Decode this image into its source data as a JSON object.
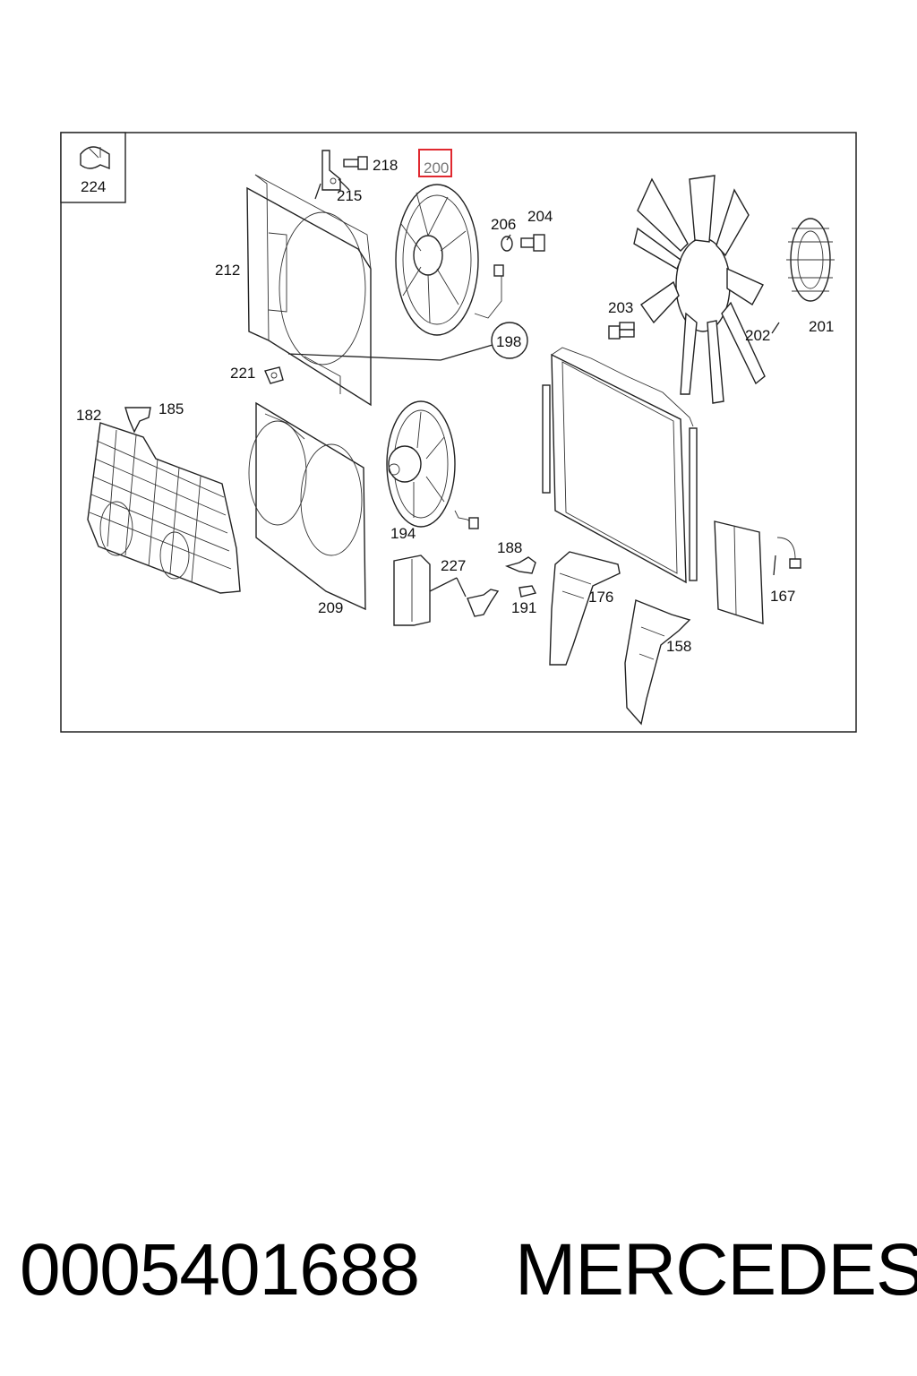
{
  "diagram": {
    "callouts": {
      "c224": "224",
      "c218": "218",
      "c215": "215",
      "c200": "200",
      "c206": "206",
      "c204": "204",
      "c212": "212",
      "c203": "203",
      "c202": "202",
      "c201": "201",
      "c198": "198",
      "c221": "221",
      "c182": "182",
      "c185": "185",
      "c194": "194",
      "c188": "188",
      "c227": "227",
      "c191": "191",
      "c176": "176",
      "c209": "209",
      "c167": "167",
      "c158": "158"
    },
    "highlighted_callout": "200",
    "highlight_color": "#e0282f"
  },
  "footer": {
    "part_number": "0005401688",
    "brand": "MERCEDES"
  }
}
